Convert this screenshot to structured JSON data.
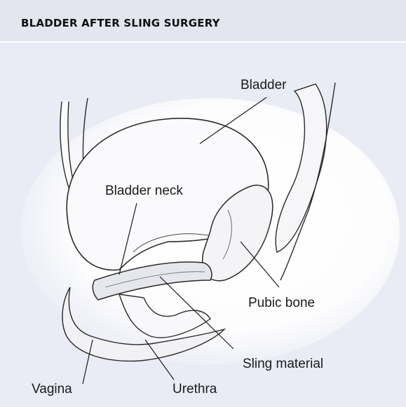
{
  "figure": {
    "title": "BLADDER AFTER SLING SURGERY",
    "labels": {
      "bladder": "Bladder",
      "bladder_neck": "Bladder neck",
      "pubic_bone": "Pubic bone",
      "sling_material": "Sling material",
      "vagina": "Vagina",
      "urethra": "Urethra"
    },
    "colors": {
      "background": "#e9ebf5",
      "header": "#e3e5ef",
      "title_text": "#111111",
      "outline": "#2a2a2a"
    }
  }
}
